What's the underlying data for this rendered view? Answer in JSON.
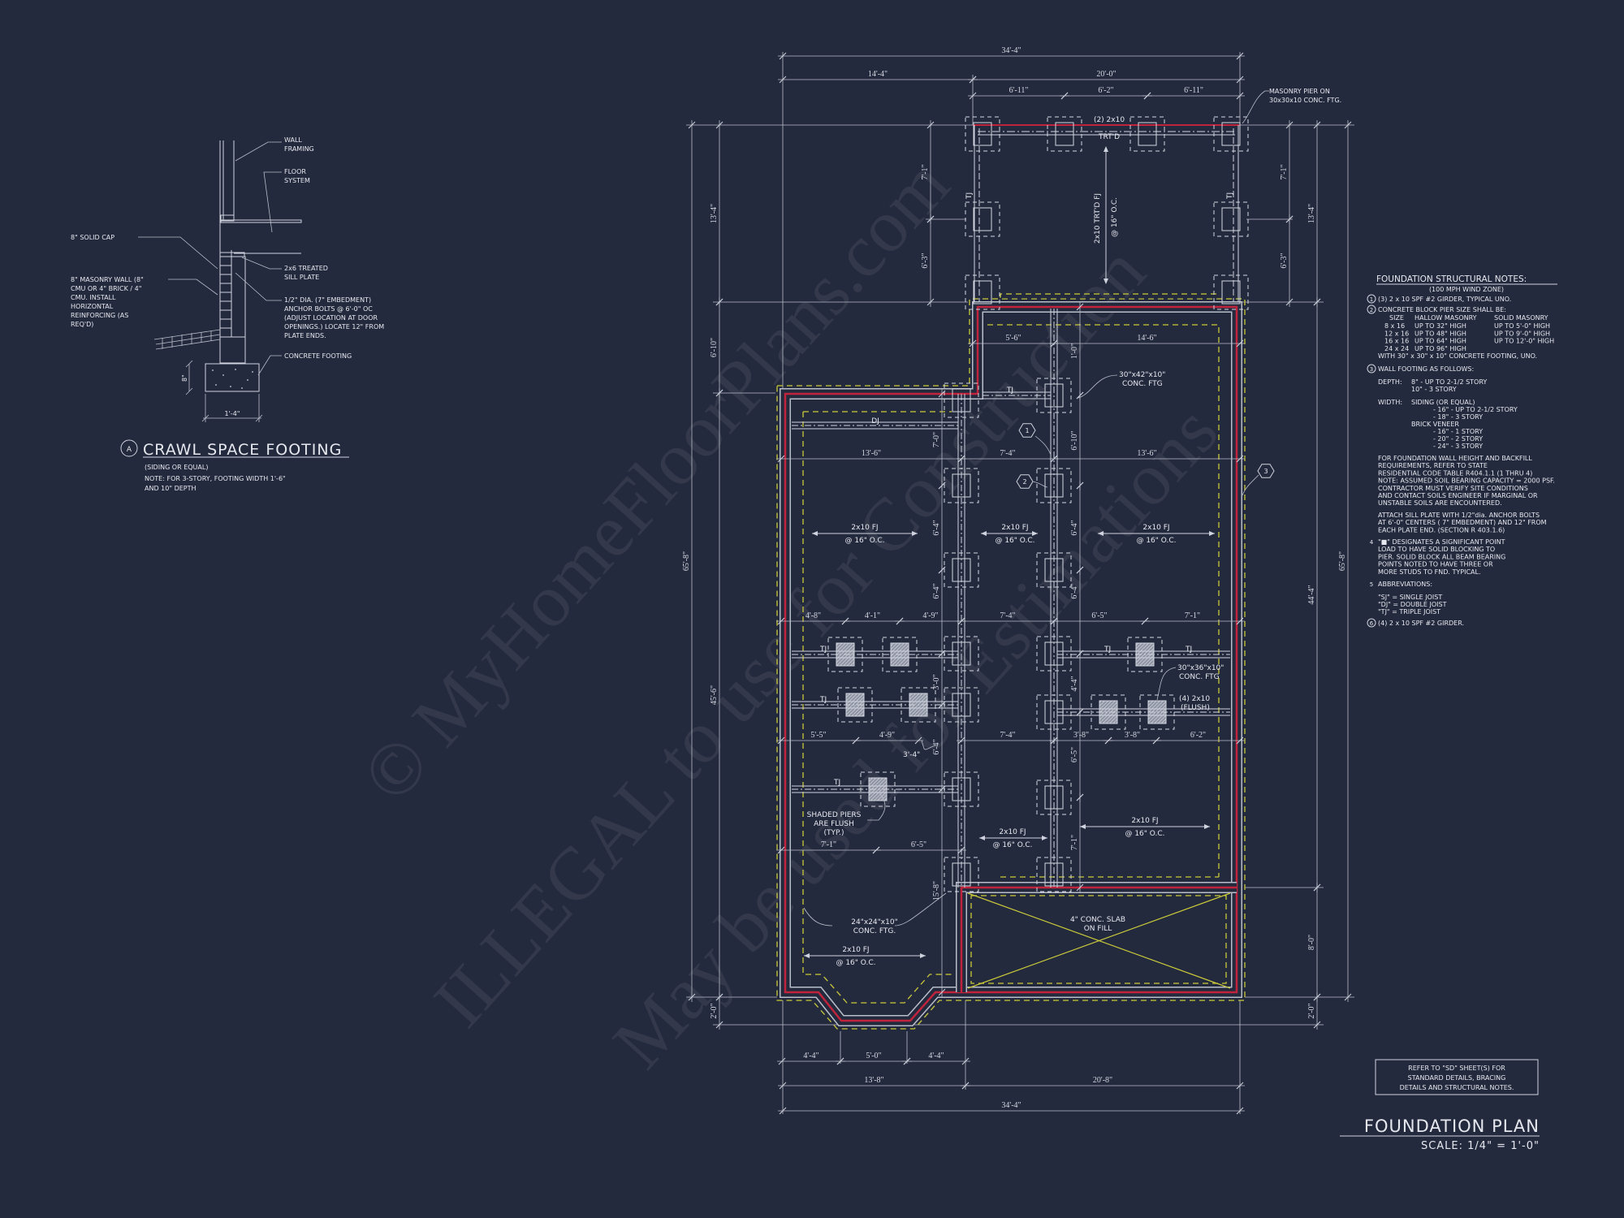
{
  "colors": {
    "background": "#242a3d",
    "line": "#cfd3de",
    "wall": "#c0243c",
    "footing_dash": "#c9c93a",
    "slab": "#c9c93a"
  },
  "watermark": [
    "© MyHomeFloorPlans.com",
    "ILLEGAL to use for Construction",
    "May be used for Estimations"
  ],
  "detail": {
    "tag": "A",
    "title": "CRAWL SPACE FOOTING",
    "sub1": "(SIDING OR EQUAL)",
    "sub2": "NOTE: FOR 3-STORY, FOOTING WIDTH 1'-6\"",
    "sub3": "AND 10\" DEPTH",
    "labels": {
      "wall_framing": [
        "WALL",
        "FRAMING"
      ],
      "floor_system": [
        "FLOOR",
        "SYSTEM"
      ],
      "solid_cap": "8\" SOLID CAP",
      "masonry_wall": [
        "8\" MASONRY WALL (8\"",
        "CMU OR 4\" BRICK / 4\"",
        "CMU. INSTALL",
        "HORIZONTAL",
        "REINFORCING (AS",
        "REQ'D)"
      ],
      "sill_plate": [
        "2x6 TREATED",
        "SILL PLATE"
      ],
      "anchor_bolts": [
        "1/2\" DIA. (7\" EMBEDMENT)",
        "ANCHOR BOLTS @ 6'-0\" OC",
        "(ADJUST LOCATION AT DOOR",
        "OPENINGS.)  LOCATE 12\" FROM",
        "PLATE ENDS."
      ],
      "footing": "CONCRETE FOOTING",
      "dim_depth": "8\"",
      "dim_width": "1'-4\""
    }
  },
  "plan": {
    "title": "FOUNDATION PLAN",
    "scale": "SCALE: 1/4\" = 1'-0\"",
    "reference_note": [
      "REFER TO \"SD\"  SHEET(S) FOR",
      "STANDARD DETAILS, BRACING",
      "DETAILS AND STRUCTURAL NOTES."
    ],
    "dims": {
      "top_overall": "34'-4\"",
      "top_left": "14'-4\"",
      "top_right": "20'-0\"",
      "porch_a": "6'-11\"",
      "porch_b": "6'-2\"",
      "porch_c": "6'-11\"",
      "r1a": "5'-6\"",
      "r1b": "14'-6\"",
      "r2a": "13'-6\"",
      "r2b": "7'-4\"",
      "r2c": "13'-6\"",
      "r3a": "4'-8\"",
      "r3b": "4'-1\"",
      "r3c": "4'-9\"",
      "r3d": "7'-4\"",
      "r3e": "6'-5\"",
      "r3f": "7'-1\"",
      "r4a": "5'-5\"",
      "r4b": "4'-9\"",
      "r4c": "7'-4\"",
      "r4d": "3'-8\"",
      "r4e": "3'-8\"",
      "r4f": "6'-2\"",
      "r5a": "7'-1\"",
      "r5b": "6'-5\"",
      "bay_a": "4'-4\"",
      "bay_b": "5'-0\"",
      "bay_c": "4'-4\"",
      "bot_left": "13'-8\"",
      "bot_right": "20'-8\"",
      "bot_overall": "34'-4\"",
      "left_overall": "65'-8\"",
      "left_porch": "13'-4\"",
      "left_wing": "6'-10\"",
      "left_main": "45'-6\"",
      "left_bay": "2'-0\"",
      "porch_l1": "7'-1\"",
      "porch_l2": "6'-3\"",
      "porch_r1": "7'-1\"",
      "porch_r2": "6'-3\"",
      "right_porch": "13'-4\"",
      "right_overall": "65'-8\"",
      "right_main": "44'-4\"",
      "right_slab": "8'-0\"",
      "right_bay": "2'-0\"",
      "gl1": "7'-0\"",
      "gl2": "6'-4\"",
      "gl3": "6'-4\"",
      "gl4": "3'-0\"",
      "gl5": "6'-4\"",
      "gl6": "15'-8\"",
      "gr1": "1'-0\"",
      "gr2": "6'-10\"",
      "gr3": "6'-4\"",
      "gr4": "6'-4\"",
      "gr5": "4'-4\"",
      "gr6": "6'-5\"",
      "gr7": "7'-1\"",
      "callout_3_4": "3'-4\""
    },
    "annotations": {
      "porch_girder": "(2) 2x10",
      "porch_trtd": "TRT'D",
      "porch_joist": "2x10 TRT'D FJ",
      "porch_joist_spacing": "@ 16\" O.C.",
      "masonry_pier": [
        "MASONRY PIER ON",
        "30x30x10 CONC. FTG."
      ],
      "tj": "TJ",
      "dj": "DJ",
      "ftg_30x42": [
        "30\"x42\"x10\"",
        "CONC. FTG"
      ],
      "ftg_30x36": [
        "30\"x36\"x10\"",
        "CONC. FTG"
      ],
      "flush_girder": [
        "(4) 2x10",
        "(FLUSH)"
      ],
      "shaded_piers": [
        "SHADED PIERS",
        "ARE FLUSH",
        "(TYP.)"
      ],
      "ftg_24x24": [
        "24\"x24\"x10\"",
        "CONC. FTG."
      ],
      "fj": "2x10 FJ",
      "fj_spacing": "@ 16\" O.C.",
      "slab": [
        "4\" CONC. SLAB",
        "ON FILL"
      ],
      "callouts": [
        "1",
        "2",
        "3"
      ]
    }
  },
  "notes": {
    "title": "FOUNDATION STRUCTURAL NOTES:",
    "subtitle": "(100 MPH WIND ZONE)",
    "n1_mark": "1",
    "n1": "(3) 2 x 10 SPF #2 GIRDER, TYPICAL UNO.",
    "n2_mark": "2",
    "n2": "CONCRETE BLOCK PIER SIZE SHALL BE:",
    "pier_table": {
      "headers": [
        "SIZE",
        "HALLOW MASONRY",
        "SOLID MASONRY"
      ],
      "rows": [
        [
          "8 x 16",
          "UP TO 32\" HIGH",
          "UP TO 5'-0\" HIGH"
        ],
        [
          "12 x 16",
          "UP TO 48\" HIGH",
          "UP TO 9'-0\" HIGH"
        ],
        [
          "16 x 16",
          "UP TO 64\" HIGH",
          "UP TO 12'-0\" HIGH"
        ],
        [
          "24 x 24",
          "UP TO 96\" HIGH",
          ""
        ]
      ]
    },
    "n2_footer": "WITH 30\" x 30\" x 10\" CONCRETE FOOTING, UNO.",
    "n3_mark": "3",
    "n3": "WALL FOOTING AS FOLLOWS:",
    "depth_label": "DEPTH:",
    "depth": [
      "8\" - UP TO 2-1/2 STORY",
      "10\" - 3 STORY"
    ],
    "width_label": "WIDTH:",
    "siding": "SIDING (OR EQUAL)",
    "siding_items": [
      "- 16\" - UP TO 2-1/2 STORY",
      "- 18\" - 3 STORY"
    ],
    "brick": "BRICK VENEER",
    "brick_items": [
      "- 16\" - 1 STORY",
      "- 20\" - 2 STORY",
      "- 24\" - 3 STORY"
    ],
    "para1": [
      "FOR FOUNDATION WALL HEIGHT AND BACKFILL",
      "REQUIREMENTS, REFER TO STATE",
      "RESIDENTIAL CODE TABLE R404.1.1 (1 THRU 4)",
      "NOTE: ASSUMED SOIL BEARING CAPACITY = 2000 PSF.",
      "CONTRACTOR MUST VERIFY SITE CONDITIONS",
      "AND CONTACT SOILS ENGINEER IF MARGINAL OR",
      "UNSTABLE SOILS ARE ENCOUNTERED."
    ],
    "para2": [
      "ATTACH SILL PLATE WITH 1/2\"dia. ANCHOR BOLTS",
      "AT 6'-0\" CENTERS ( 7\" EMBEDMENT) AND 12\" FROM",
      "EACH PLATE END. (SECTION R 403.1.6)"
    ],
    "n4_mark": "4",
    "n4": [
      "\"■\" DESIGNATES A SIGNIFICANT POINT",
      "LOAD TO HAVE SOLID BLOCKING TO",
      "PIER. SOLID BLOCK ALL BEAM BEARING",
      "POINTS NOTED TO HAVE THREE OR",
      "MORE STUDS TO FND. TYPICAL."
    ],
    "n5_mark": "5",
    "n5": "ABBREVIATIONS:",
    "abbr": [
      "\"SJ\" = SINGLE JOIST",
      "\"DJ\" = DOUBLE JOIST",
      "\"TJ\" = TRIPLE JOIST"
    ],
    "n6_mark": "6",
    "n6": "(4) 2 x 10 SPF #2 GIRDER."
  }
}
